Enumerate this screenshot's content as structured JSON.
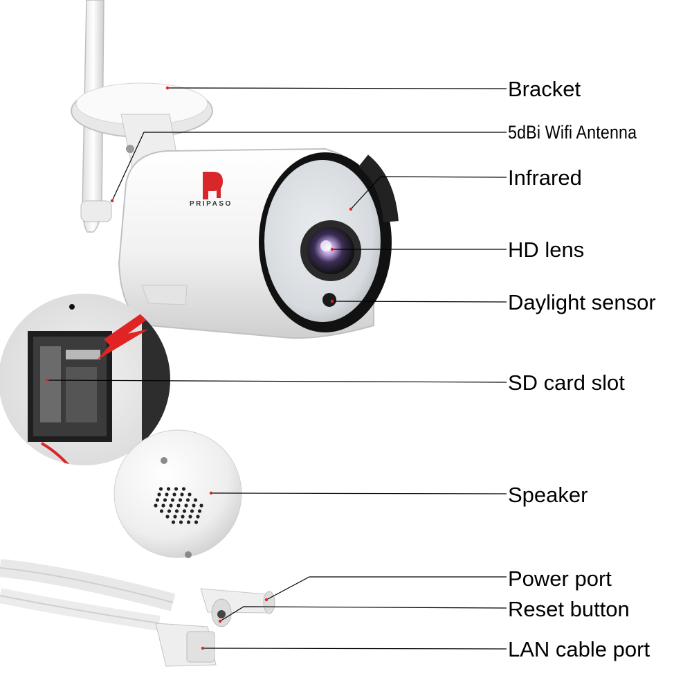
{
  "brand": {
    "logo_text": "PRIPASO",
    "accent_color": "#d8262b"
  },
  "callouts": [
    {
      "id": "bracket",
      "label": "Bracket"
    },
    {
      "id": "antenna",
      "label": "5dBi Wifi Antenna"
    },
    {
      "id": "infrared",
      "label": "Infrared"
    },
    {
      "id": "hd-lens",
      "label": "HD lens"
    },
    {
      "id": "daylight-sensor",
      "label": "Daylight sensor"
    },
    {
      "id": "sd-card-slot",
      "label": "SD card slot"
    },
    {
      "id": "speaker",
      "label": "Speaker"
    },
    {
      "id": "power-port",
      "label": "Power port"
    },
    {
      "id": "reset-button",
      "label": "Reset button"
    },
    {
      "id": "lan-cable-port",
      "label": "LAN cable port"
    }
  ]
}
